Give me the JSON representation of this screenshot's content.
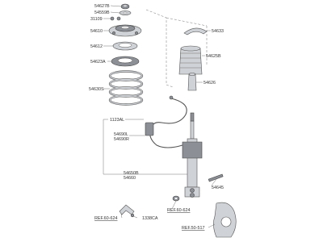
{
  "labels": {
    "p54627B": "54627B",
    "p54559B": "54559B",
    "p31109": "31109",
    "p54610": "54610",
    "p54612": "54612",
    "p54623A": "54623A",
    "p54630S": "54630S",
    "p54633": "54633",
    "p54625B": "54625B",
    "p54626": "54626",
    "p1123AL": "1123AL",
    "p54690L": "54690L",
    "p54690R": "54690R",
    "p54650B": "54650B",
    "p54660": "54660",
    "p54645": "54645",
    "ref60624a": "REF.60-624",
    "ref60624b": "REF.60-624",
    "p1338CA": "1338CA",
    "ref50517": "REF.50-517"
  }
}
